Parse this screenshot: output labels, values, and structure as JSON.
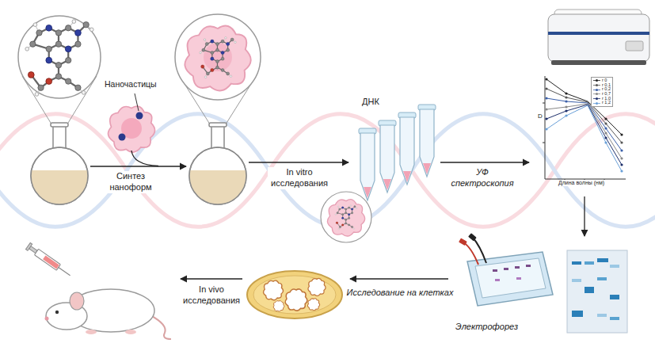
{
  "diagram": {
    "nodes": [
      {
        "text": [
          "Наночастицы"
        ]
      },
      {
        "text": [
          "ДНК"
        ]
      },
      {
        "text": [
          "D",
          "Длина волны (нм)"
        ]
      },
      {
        "text": [
          "Электрофорез"
        ]
      }
    ],
    "edges": [
      {
        "from": 2,
        "to": 3,
        "arrow": "to"
      }
    ],
    "labels": [
      "Синтез наноформ",
      "In vitro исследования",
      "УФ спектроскопия",
      "Исследование на клетках",
      "In vivo исследования"
    ],
    "legend": [
      {
        "text": "r 0"
      },
      {
        "text": "r 0,1"
      },
      {
        "text": "r 0,2"
      },
      {
        "text": "r 0,7"
      },
      {
        "text": "r 1,0"
      },
      {
        "text": "r 1,2"
      }
    ]
  }
}
